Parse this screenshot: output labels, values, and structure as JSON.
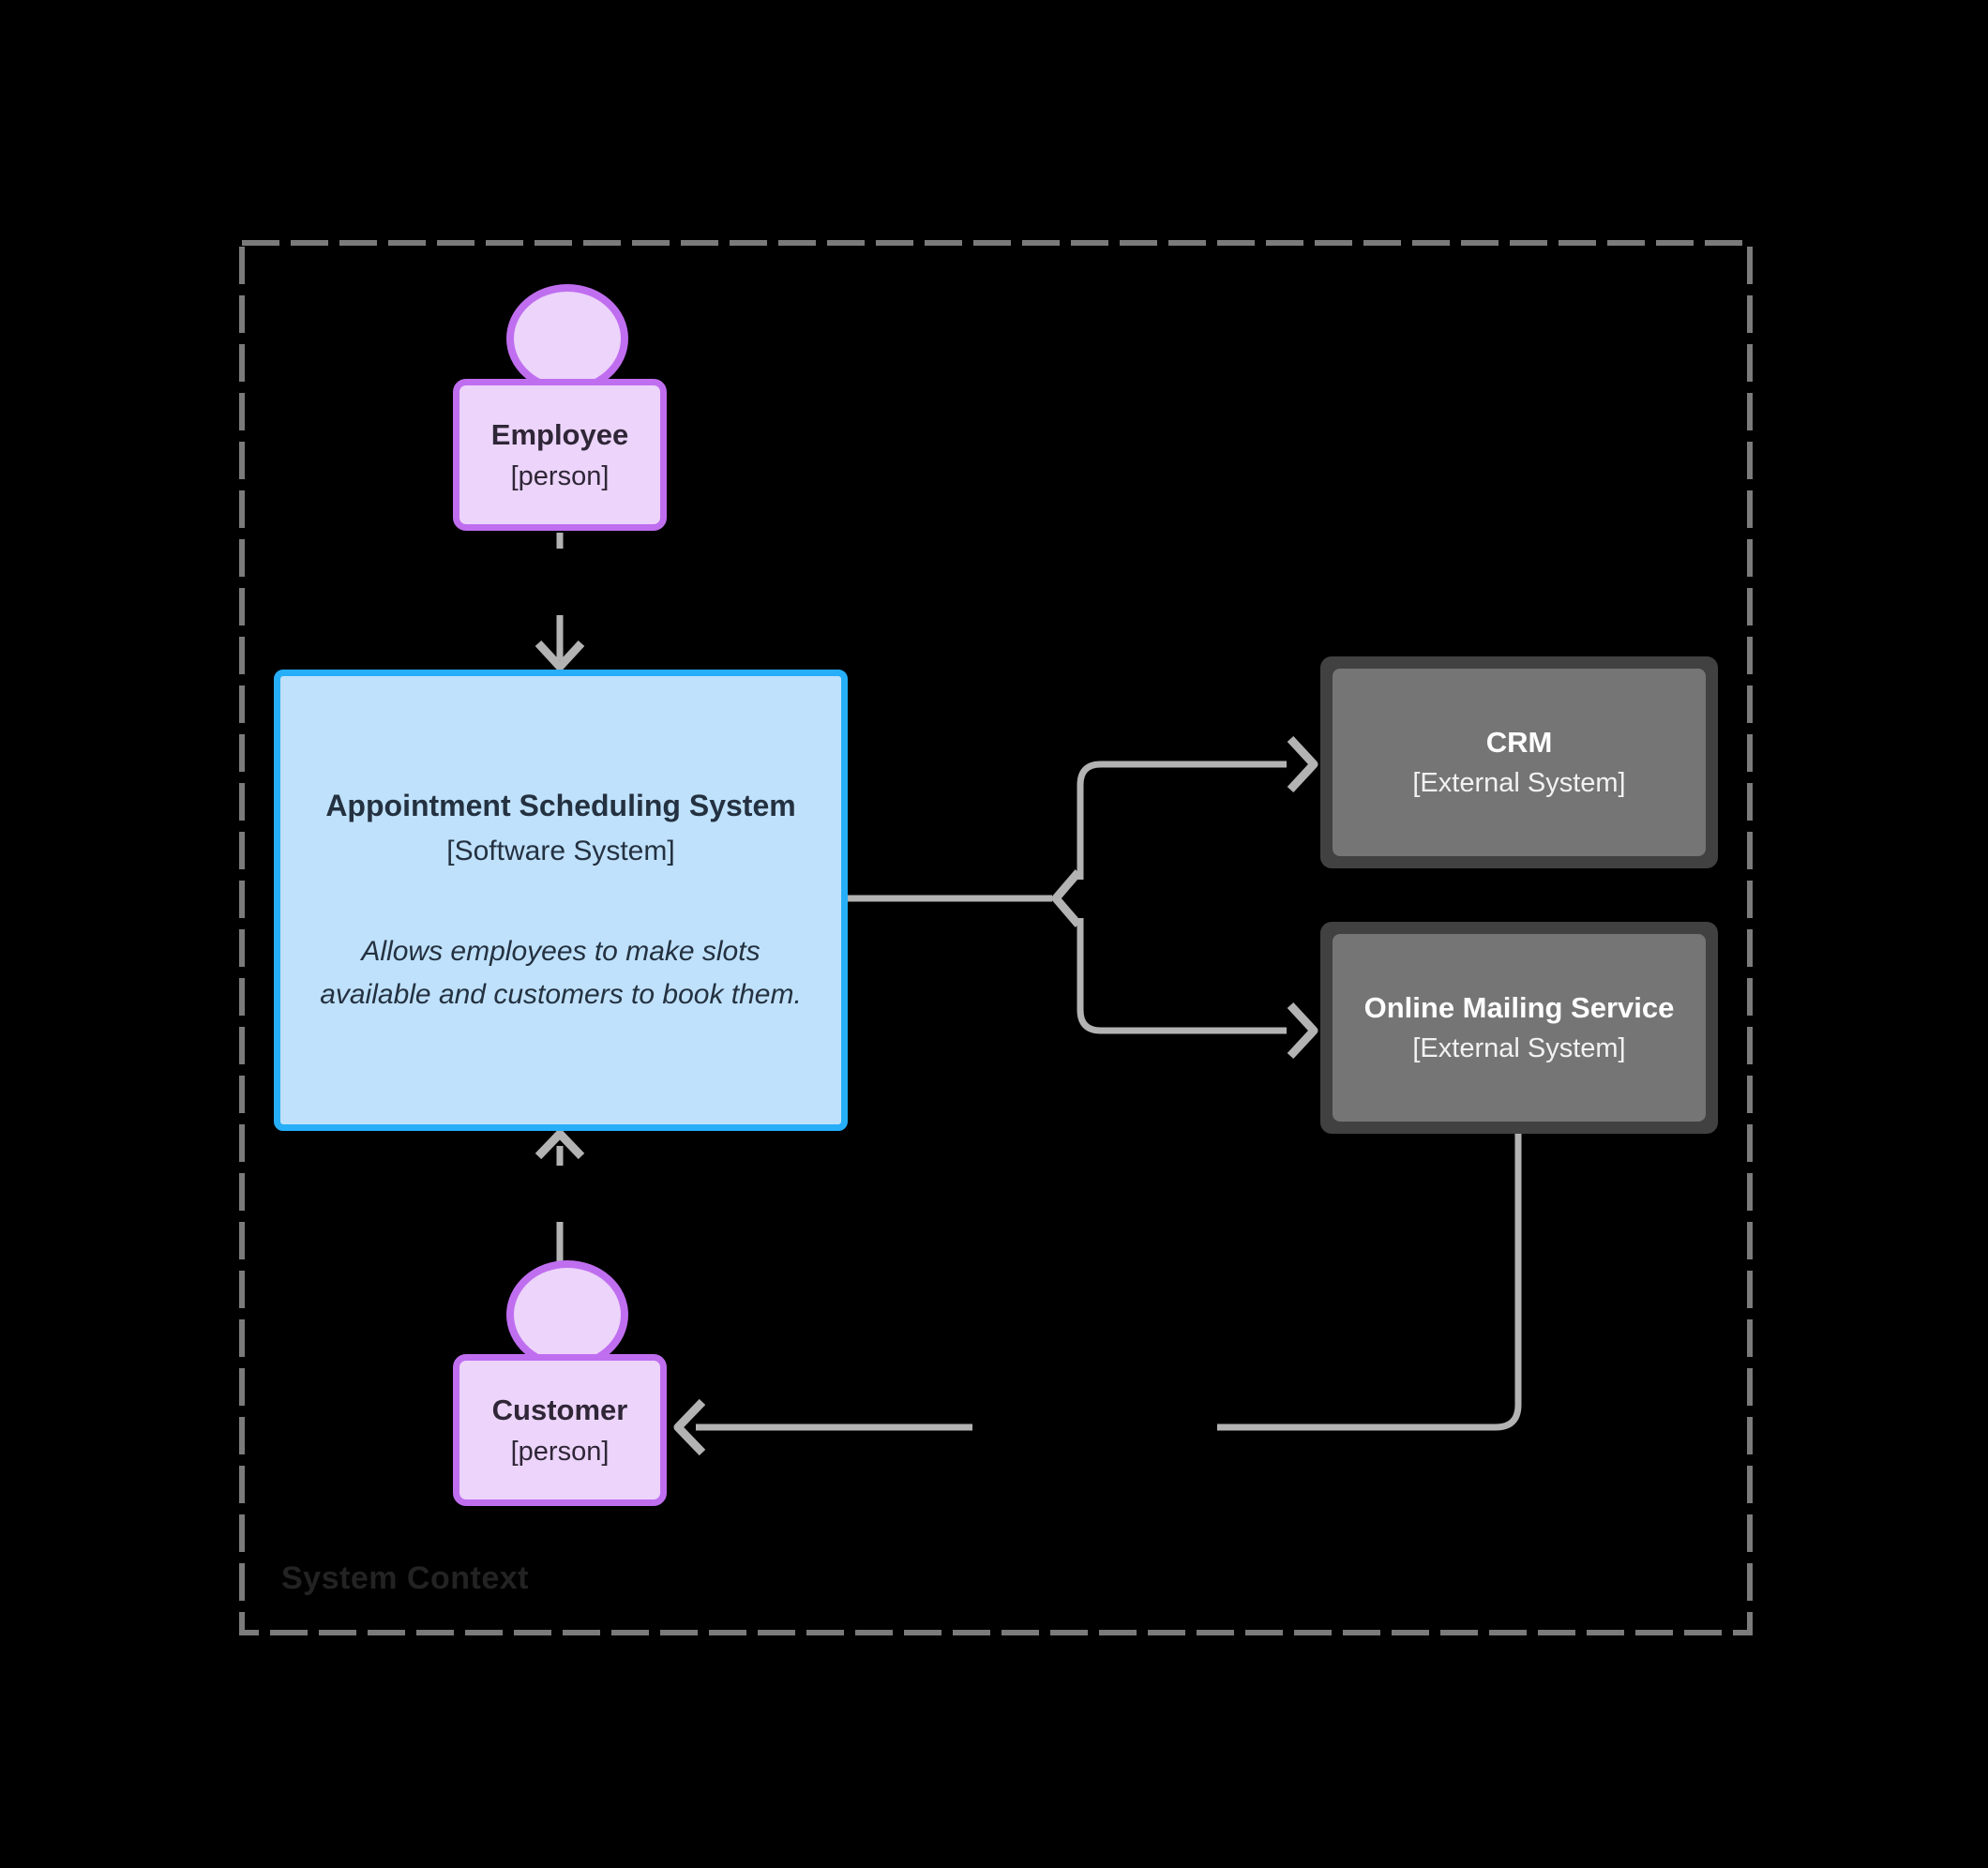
{
  "diagram": {
    "boundary_label": "System Context",
    "nodes": {
      "employee": {
        "name": "Employee",
        "type": "[person]"
      },
      "scheduling_system": {
        "name": "Appointment Scheduling System",
        "type": "[Software System]",
        "description": "Allows employees to make slots available and customers to book them."
      },
      "crm": {
        "name": "CRM",
        "type": "[External System]"
      },
      "online_mailing_service": {
        "name": "Online Mailing Service",
        "type": "[External System]"
      },
      "customer": {
        "name": "Customer",
        "type": "[person]"
      }
    },
    "edges": [
      {
        "from": "Employee",
        "to": "Appointment Scheduling System"
      },
      {
        "from": "Customer",
        "to": "Appointment Scheduling System"
      },
      {
        "from": "Appointment Scheduling System",
        "to": "CRM"
      },
      {
        "from": "Appointment Scheduling System",
        "to": "Online Mailing Service"
      },
      {
        "from": "Online Mailing Service",
        "to": "Customer"
      }
    ],
    "colors": {
      "background": "#000000",
      "boundary": "#7b7b7b",
      "boundary_label_text": "#232323",
      "edge": "#b3b3b3",
      "person_fill": "#ecd4fa",
      "person_border": "#c06ef0",
      "person_text": "#2f2637",
      "system_fill": "#bfe1fb",
      "system_border": "#26aef9",
      "system_text": "#243140",
      "external_fill": "#757575",
      "external_border": "#414141",
      "external_text": "#ffffff"
    }
  }
}
